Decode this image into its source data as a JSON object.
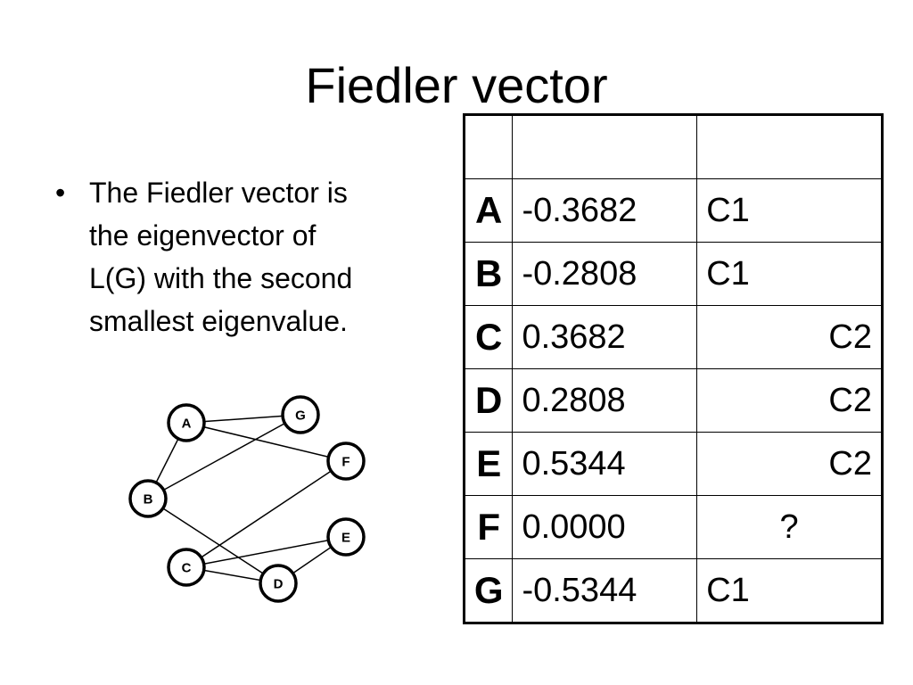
{
  "title": "Fiedler vector",
  "bullets": [
    {
      "symbol": "•",
      "lines": [
        "The Fiedler vector is",
        "the eigenvector of",
        "L(G) with the second",
        "smallest eigenvalue."
      ]
    }
  ],
  "graph": {
    "nodes": [
      "A",
      "B",
      "C",
      "D",
      "E",
      "F",
      "G"
    ],
    "edges": [
      [
        "A",
        "G"
      ],
      [
        "A",
        "F"
      ],
      [
        "A",
        "B"
      ],
      [
        "B",
        "G"
      ],
      [
        "B",
        "D"
      ],
      [
        "C",
        "F"
      ],
      [
        "C",
        "E"
      ],
      [
        "C",
        "D"
      ],
      [
        "D",
        "E"
      ]
    ]
  },
  "table": {
    "header": [
      "",
      "",
      ""
    ],
    "rows": [
      {
        "node": "A",
        "value": "-0.3682",
        "cluster": "C1",
        "align": "left"
      },
      {
        "node": "B",
        "value": "-0.2808",
        "cluster": "C1",
        "align": "left"
      },
      {
        "node": "C",
        "value": "0.3682",
        "cluster": "C2",
        "align": "right"
      },
      {
        "node": "D",
        "value": "0.2808",
        "cluster": "C2",
        "align": "right"
      },
      {
        "node": "E",
        "value": "0.5344",
        "cluster": "C2",
        "align": "right"
      },
      {
        "node": "F",
        "value": "0.0000",
        "cluster": "?",
        "align": "center"
      },
      {
        "node": "G",
        "value": "-0.5344",
        "cluster": "C1",
        "align": "left"
      }
    ]
  }
}
